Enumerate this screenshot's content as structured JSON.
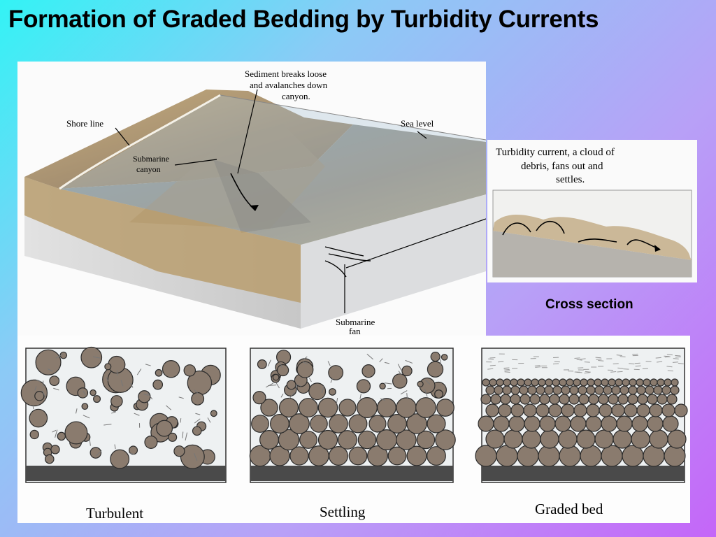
{
  "title": "Formation of Graded Bedding by Turbidity Currents",
  "block_diagram": {
    "sediment_label": [
      "Sediment breaks loose",
      "and avalanches down",
      "canyon."
    ],
    "shore_line": "Shore line",
    "sea_level": "Sea level",
    "canyon_label": [
      "Submarine",
      "canyon"
    ],
    "fan_label": [
      "Submarine",
      "fan"
    ]
  },
  "cross_section": {
    "label": [
      "Turbidity current, a cloud of",
      "debris, fans out and",
      "settles."
    ],
    "caption": "Cross section"
  },
  "stages": {
    "turbulent": "Turbulent",
    "settling": "Settling",
    "graded": "Graded bed"
  },
  "colors": {
    "grain": "#8a7b6e",
    "base": "#4a4a4a",
    "water": "#eef1f2"
  }
}
